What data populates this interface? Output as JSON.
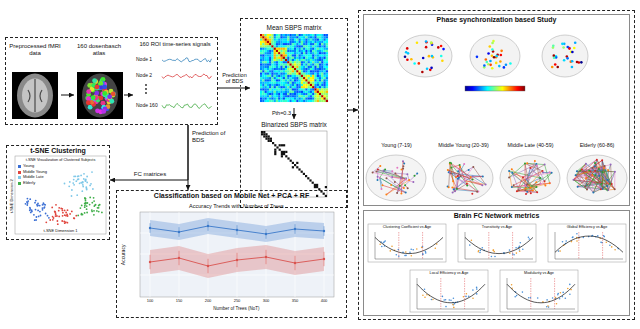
{
  "diagram": {
    "nodes": [
      {
        "text": []
      },
      {
        "text": [
          "Preprocessed fMRI data"
        ],
        "in": 0
      },
      {
        "text": [
          "160 dosenbasch atlas"
        ],
        "in": 0
      },
      {
        "text": [
          "160 ROI time-series signals",
          "Node 1",
          "Node 2",
          "Node 160"
        ],
        "in": 0
      },
      {
        "text": []
      },
      {
        "text": [
          "Mean SBPS matrix"
        ],
        "in": 4
      },
      {
        "text": [
          "Binarized SBPS matrix"
        ],
        "in": 4
      },
      {
        "text": [
          "t-SNE Clustering"
        ]
      },
      {
        "text": [
          "Classification based on Mobile Net + PCA + RF"
        ]
      },
      {
        "text": []
      },
      {
        "text": [
          "Phase synchronization based Study",
          "Young (7-19)",
          "Middle Young (20-39)",
          "Middle Late (40-59)",
          "Elderly (60-86)"
        ],
        "in": 9
      },
      {
        "text": [
          "Brain FC Network metrics"
        ],
        "in": 9
      }
    ],
    "edges": [
      {
        "from": 1,
        "to": 2,
        "arrow": "to"
      },
      {
        "from": 2,
        "to": 3,
        "arrow": "to"
      },
      {
        "from": 0,
        "to": 5,
        "label": "Prediction of BDS",
        "arrow": "to"
      },
      {
        "from": 5,
        "to": 6,
        "label": "Pth=0.3",
        "arrow": "to"
      },
      {
        "from": 4,
        "to": 9,
        "arrow": "to"
      },
      {
        "from": 0,
        "to": 8,
        "label": "Prediction of BDS",
        "arrow": "to"
      },
      {
        "from": 0,
        "to": 7,
        "label": "FC matrices",
        "arrow": "to"
      }
    ],
    "labels": [
      "t-SNE Visualization of Clustered Subjects",
      "t-SNE Dimension 1",
      "t-SNE Dimension 2",
      "Accuracy Trends with Number of Trees",
      "Accuracy",
      "Number of Trees (NoT)",
      "100",
      "150",
      "200",
      "250",
      "300",
      "350",
      "400",
      "Clustering Coefficient vs Age",
      "Transitivity vs Age",
      "Global Efficiency vs Age",
      "Local Efficiency vs Age",
      "Modularity vs Age"
    ],
    "legend": [
      {
        "text": "Young",
        "color": "#3b6fd4"
      },
      {
        "text": "Middle Young",
        "color": "#e0443c"
      },
      {
        "text": "Middle Late",
        "color": "#7fc8e8"
      },
      {
        "text": "Elderly",
        "color": "#3fae49"
      }
    ]
  }
}
